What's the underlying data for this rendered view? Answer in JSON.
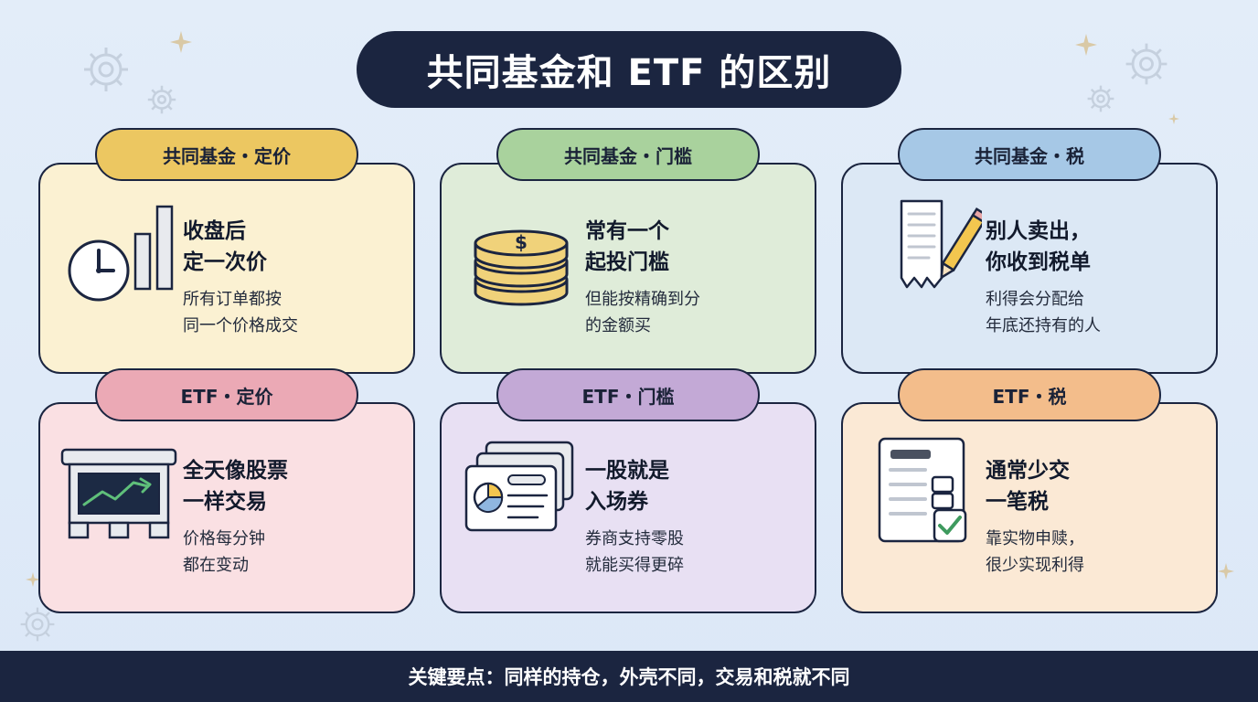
{
  "title": "共同基金和 ETF 的区别",
  "cards": [
    {
      "tag": "共同基金・定价",
      "headline": "收盘后\n定一次价",
      "desc": "所有订单都按\n同一个价格成交",
      "icon": "clock-chart-icon",
      "bg": "#fbf1d2",
      "tag_bg": "#ecc761"
    },
    {
      "tag": "共同基金・门槛",
      "headline": "常有一个\n起投门槛",
      "desc": "但能按精确到分\n的金额买",
      "icon": "coin-stack-icon",
      "bg": "#dfecd9",
      "tag_bg": "#a9d29d"
    },
    {
      "tag": "共同基金・税",
      "headline": "别人卖出，\n你收到税单",
      "desc": "利得会分配给\n年底还持有的人",
      "icon": "receipt-pencil-icon",
      "bg": "#dce8f5",
      "tag_bg": "#a6c8e6"
    },
    {
      "tag": "ETF・定价",
      "headline": "全天像股票\n一样交易",
      "desc": "价格每分钟\n都在变动",
      "icon": "stock-ticker-icon",
      "bg": "#fae0e3",
      "tag_bg": "#eba9b5"
    },
    {
      "tag": "ETF・门槛",
      "headline": "一股就是\n入场券",
      "desc": "券商支持零股\n就能买得更碎",
      "icon": "ticket-cards-icon",
      "bg": "#e8e0f3",
      "tag_bg": "#c3a9d6"
    },
    {
      "tag": "ETF・税",
      "headline": "通常少交\n一笔税",
      "desc": "靠实物申赎，\n很少实现利得",
      "icon": "checklist-icon",
      "bg": "#fbe9d5",
      "tag_bg": "#f3bd8b"
    }
  ],
  "footer": "关键要点：同样的持仓，外壳不同，交易和税就不同"
}
